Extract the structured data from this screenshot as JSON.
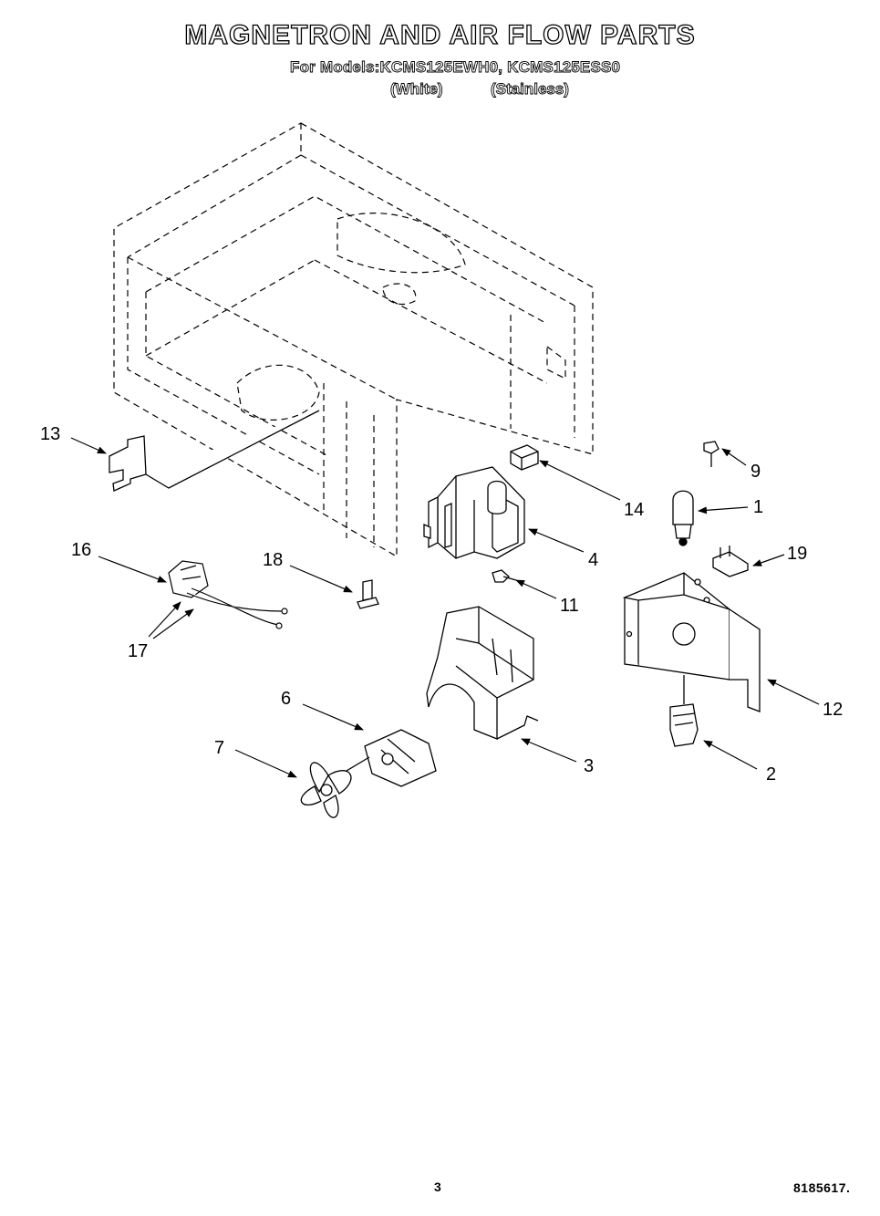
{
  "header": {
    "title": "MAGNETRON AND AIR FLOW PARTS",
    "subtitle": "For Models:KCMS125EWH0, KCMS125ESS0",
    "variant_white": "(White)",
    "variant_stainless": "(Stainless)"
  },
  "callouts": [
    {
      "id": "c13",
      "label": "13"
    },
    {
      "id": "c9",
      "label": "9"
    },
    {
      "id": "c14",
      "label": "14"
    },
    {
      "id": "c1",
      "label": "1"
    },
    {
      "id": "c16",
      "label": "16"
    },
    {
      "id": "c18",
      "label": "18"
    },
    {
      "id": "c4",
      "label": "4"
    },
    {
      "id": "c19",
      "label": "19"
    },
    {
      "id": "c11",
      "label": "11"
    },
    {
      "id": "c17",
      "label": "17"
    },
    {
      "id": "c6",
      "label": "6"
    },
    {
      "id": "c12",
      "label": "12"
    },
    {
      "id": "c7",
      "label": "7"
    },
    {
      "id": "c3",
      "label": "3"
    },
    {
      "id": "c2",
      "label": "2"
    }
  ],
  "footer": {
    "page_number": "3",
    "doc_number": "8185617."
  }
}
